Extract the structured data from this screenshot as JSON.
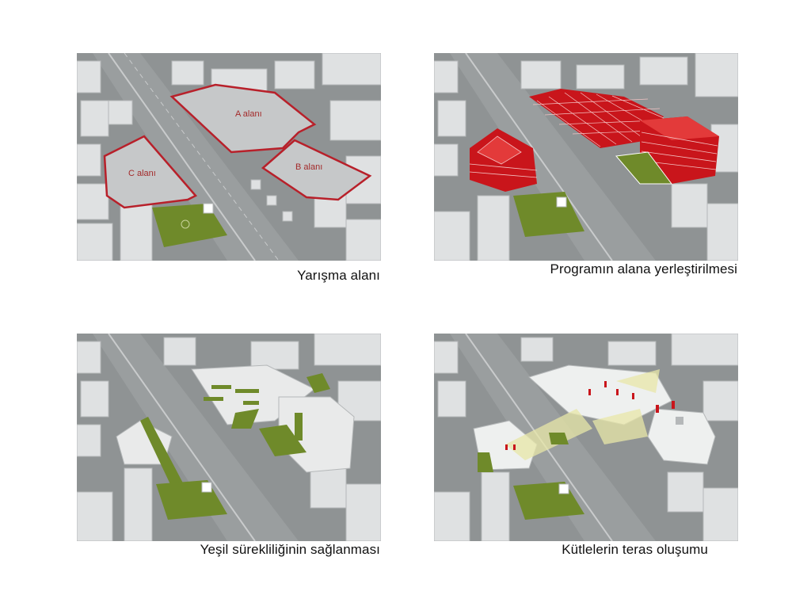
{
  "colors": {
    "road": "#8f9394",
    "block": "#d9dbdc",
    "block_shadow": "#b9bcbd",
    "site_fill": "#c6c8c9",
    "site_outline": "#b8202a",
    "park": "#6f8a2a",
    "mass_red": "#c9151b",
    "light_beam": "#e8e7a8"
  },
  "panels": [
    {
      "caption": "Yarışma alanı",
      "site_labels": [
        "A alanı",
        "B alanı",
        "C alanı"
      ]
    },
    {
      "caption": "Programın alana yerleştirilmesi"
    },
    {
      "caption": "Yeşil sürekliliğinin sağlanması"
    },
    {
      "caption": "Kütlelerin teras oluşumu"
    }
  ]
}
